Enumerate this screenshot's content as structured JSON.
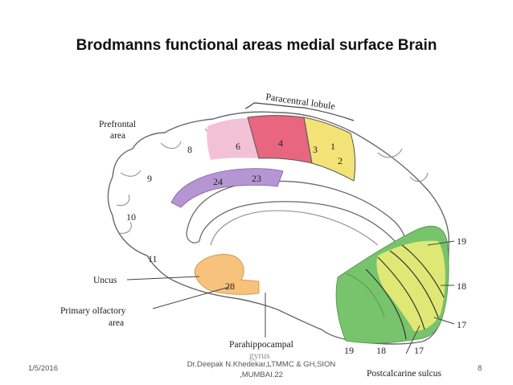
{
  "slide": {
    "title": "Brodmanns functional areas medial surface Brain",
    "footer_date": "1/5/2016",
    "footer_author_line1": "Dr.Deepak N.Khedekar,LTMMC & GH,SION",
    "footer_author_line2": ",MUMBAI.22",
    "page_number": "8"
  },
  "diagram": {
    "labels": {
      "paracentral": "Paracentral lobule",
      "prefrontal_1": "Prefrontal",
      "prefrontal_2": "area",
      "uncus": "Uncus",
      "olfactory_1": "Primary olfactory",
      "olfactory_2": "area",
      "parahippocampal_1": "Parahippocampal",
      "parahippocampal_2": "gyrus",
      "postcalcarine": "Postcalcarine sulcus"
    },
    "areas": {
      "a8": "8",
      "a6": "6",
      "a4": "4",
      "a3": "3",
      "a1": "1",
      "a2": "2",
      "a9": "9",
      "a24": "24",
      "a23": "23",
      "a10": "10",
      "a11": "11",
      "a28": "28",
      "a19_right": "19",
      "a18_right": "18",
      "a17_right": "17",
      "a19_bottom": "19",
      "a18_bottom": "18",
      "a17_bottom": "17"
    },
    "colors": {
      "area4": "#e8667f",
      "area6": "#f3c1d6",
      "area3_1_2": "#f3e276",
      "cingulate": "#b596d2",
      "area28": "#f6c27c",
      "occipital_green": "#78c46c",
      "occipital_yellow": "#e6ea76"
    }
  }
}
